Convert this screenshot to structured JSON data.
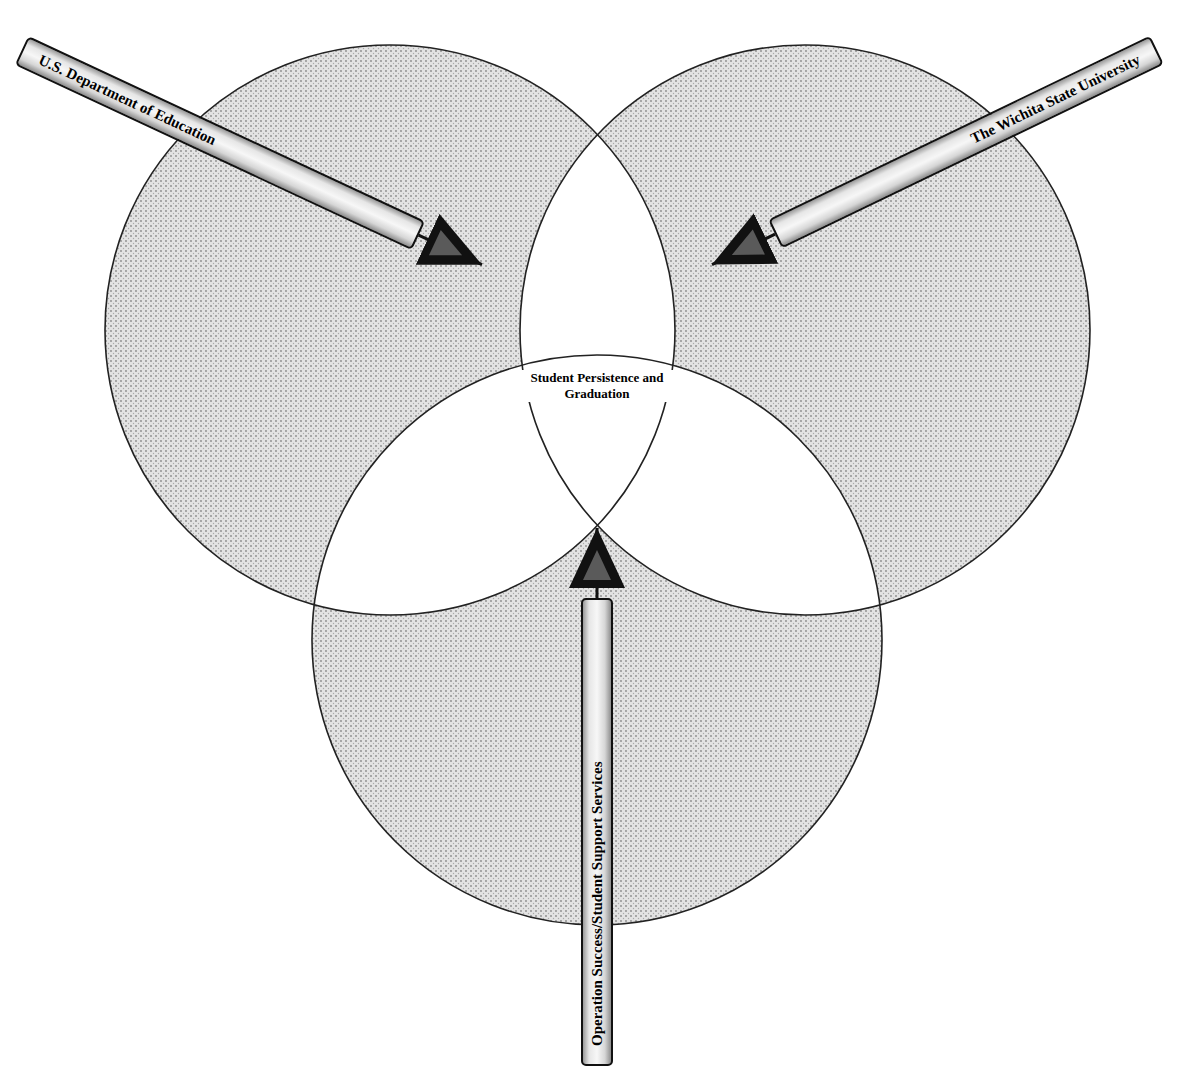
{
  "diagram": {
    "nodes": [
      {
        "text": [
          "U.S. Department of Education"
        ]
      },
      {
        "text": [
          "The Wichita State University"
        ]
      },
      {
        "text": [
          "Student Persistence and Graduation"
        ]
      },
      {
        "text": [
          "Operation Success/Student Support Services"
        ]
      }
    ],
    "edges": [
      {
        "from": 0,
        "to": 2,
        "arrow": "to"
      },
      {
        "from": 1,
        "to": 2,
        "arrow": "to"
      },
      {
        "from": 3,
        "to": 2,
        "arrow": "to"
      }
    ]
  }
}
